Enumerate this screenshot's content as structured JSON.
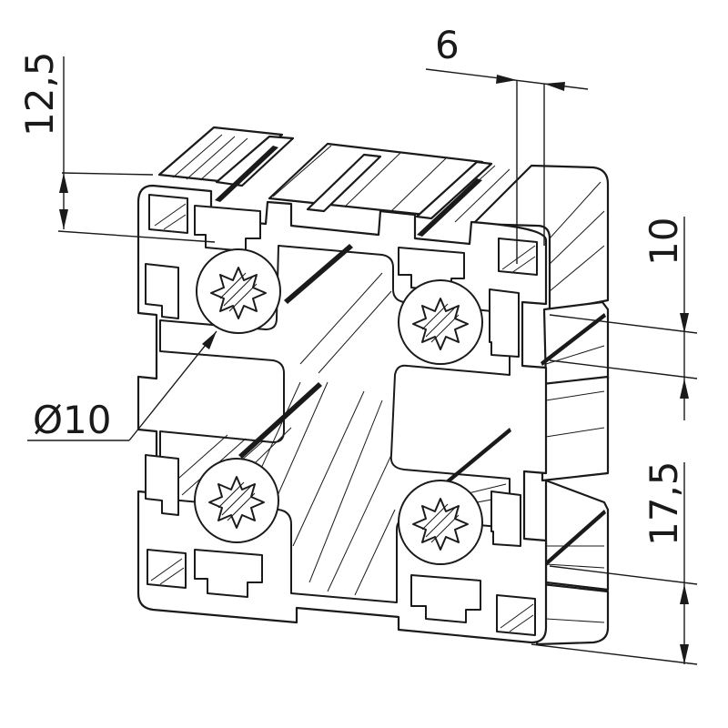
{
  "drawing": {
    "dimensions": {
      "slot_depth": "12,5",
      "slot_width": "6",
      "slot_opening": "10",
      "slot_offset": "17,5",
      "bore_diameter": "Ø10"
    }
  }
}
